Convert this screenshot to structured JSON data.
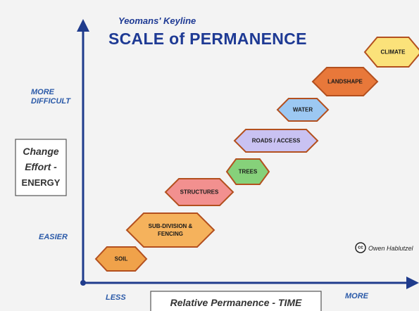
{
  "title": {
    "subtitle": "Yeomans' Keyline",
    "main": "SCALE of PERMANENCE"
  },
  "y_axis": {
    "top_label": [
      "MORE",
      "DIFFICULT"
    ],
    "bottom_label": "EASIER",
    "box_label": [
      "Change",
      "Effort -",
      "ENERGY"
    ]
  },
  "x_axis": {
    "left_label": "LESS",
    "right_label": "MORE",
    "box_label": "Relative Permanence - TIME"
  },
  "items": [
    {
      "label": [
        "SOIL"
      ],
      "color": "#f0a24a"
    },
    {
      "label": [
        "SUB-DIVISION &",
        "FENCING"
      ],
      "color": "#f5b25c"
    },
    {
      "label": [
        "STRUCTURES"
      ],
      "color": "#f2908f"
    },
    {
      "label": [
        "TREES"
      ],
      "color": "#86d17a"
    },
    {
      "label": [
        "ROADS / ACCESS"
      ],
      "color": "#c9c2f2"
    },
    {
      "label": [
        "WATER"
      ],
      "color": "#9cc8f2"
    },
    {
      "label": [
        "LANDSHAPE"
      ],
      "color": "#e8783a"
    },
    {
      "label": [
        "CLIMATE"
      ],
      "color": "#fbe27a"
    }
  ],
  "credit": {
    "icon": "cc",
    "text": "Owen Hablutzel"
  },
  "colors": {
    "axis": "#1f3b8c",
    "title": "#1e3a94",
    "axis_text": "#2b5aa8"
  }
}
